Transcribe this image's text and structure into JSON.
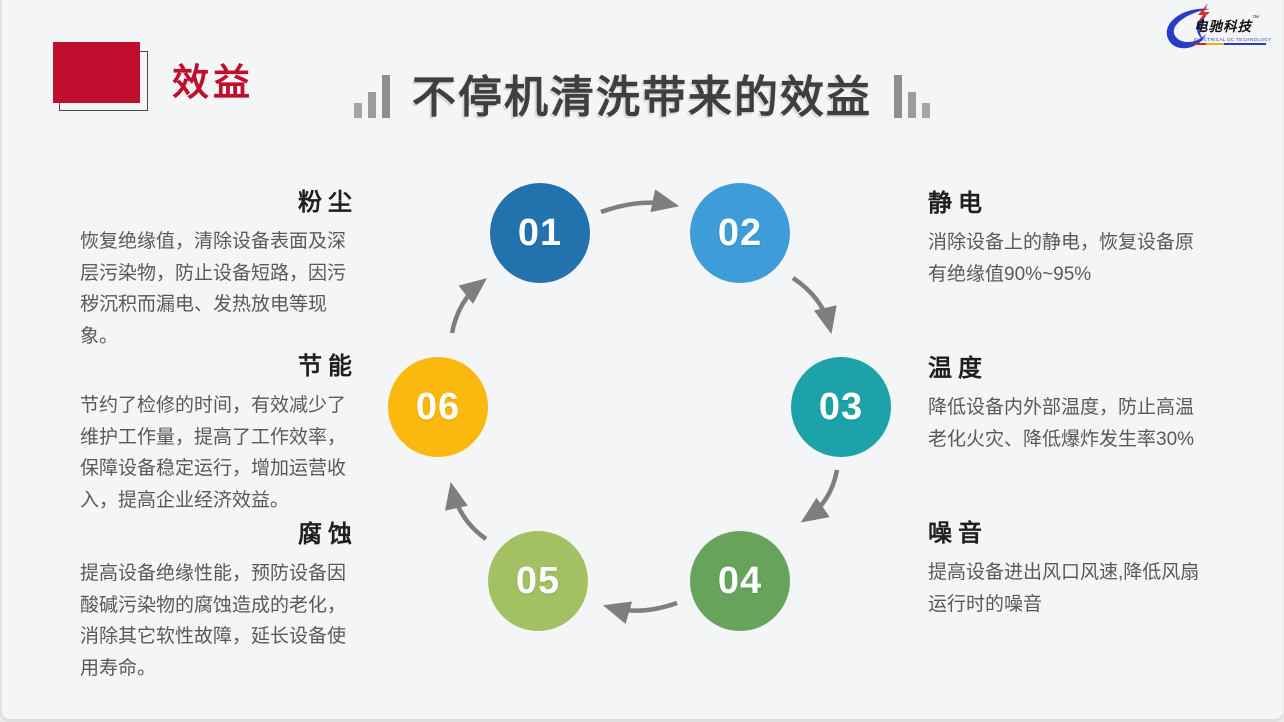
{
  "theme": {
    "background": "#F4F5F7",
    "accent": "#C00F2E",
    "title_color": "#3F3F3F",
    "heading_color": "#1F1F1F",
    "body_color": "#595959",
    "arrow_color": "#7E7E7E",
    "bar_icon_color": "#A5A5A5"
  },
  "header": {
    "badge_label": "效益",
    "title": "不停机清洗带来的效益"
  },
  "logo": {
    "name": "电驰科技",
    "trademark": "™",
    "subtext": "ELECTRICAL DC TECHNOLOGY",
    "colors": {
      "swoosh": "#2a3cc4",
      "bolt": "#e02a1e"
    }
  },
  "benefits_left": [
    {
      "heading": "粉尘",
      "body": "恢复绝缘值，清除设备表面及深层污染物，防止设备短路，因污秽沉积而漏电、发热放电等现象。"
    },
    {
      "heading": "节能",
      "body": "节约了检修的时间，有效减少了维护工作量，提高了工作效率，保障设备稳定运行，增加运营收入，提高企业经济效益。"
    },
    {
      "heading": "腐蚀",
      "body": "提高设备绝缘性能，预防设备因酸碱污染物的腐蚀造成的老化，消除其它软性故障，延长设备使用寿命。"
    }
  ],
  "benefits_right": [
    {
      "heading": "静电",
      "body": "消除设备上的静电，恢复设备原有绝缘值90%~95%"
    },
    {
      "heading": "温度",
      "body": "降低设备内外部温度，防止高温老化火灾、降低爆炸发生率30%"
    },
    {
      "heading": "噪音",
      "body": "提高设备进出风口风速,降低风扇运行时的噪音"
    }
  ],
  "cycle": {
    "steps": [
      {
        "number": "01",
        "color": "#2272AE"
      },
      {
        "number": "02",
        "color": "#3E9CD9"
      },
      {
        "number": "03",
        "color": "#1EA2A9"
      },
      {
        "number": "04",
        "color": "#67A35B"
      },
      {
        "number": "05",
        "color": "#A3C162"
      },
      {
        "number": "06",
        "color": "#FBB80F"
      }
    ]
  }
}
